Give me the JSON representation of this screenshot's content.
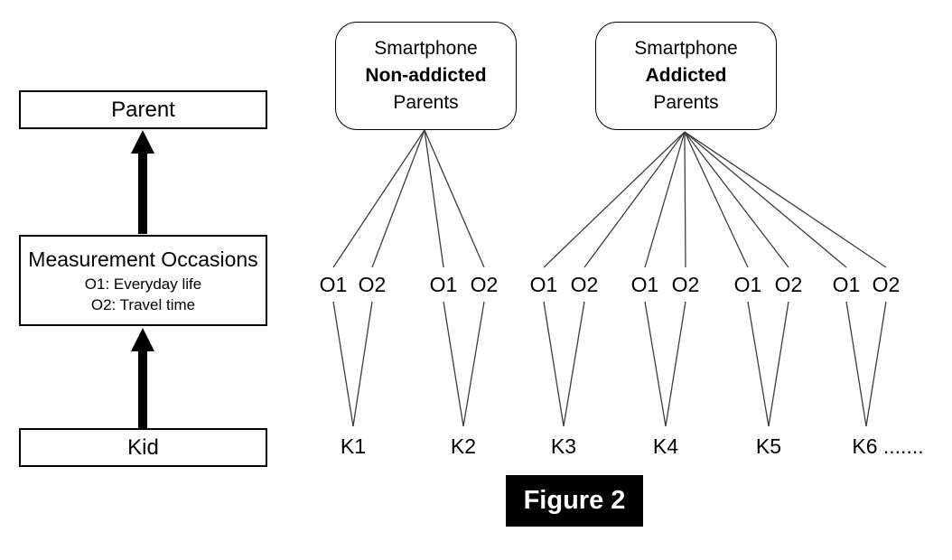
{
  "figure_caption": "Figure 2",
  "legend_model": {
    "parent_label": "Parent",
    "measurement": {
      "title": "Measurement Occasions",
      "items": [
        "O1: Everyday life",
        "O2: Travel time"
      ]
    },
    "kid_label": "Kid"
  },
  "clusters": [
    {
      "parent_line1": "Smartphone",
      "parent_line2": "Non-addicted",
      "parent_line3": "Parents",
      "kids": [
        {
          "label": "K1",
          "occasions": [
            "O1",
            "O2"
          ]
        },
        {
          "label": "K2",
          "occasions": [
            "O1",
            "O2"
          ]
        }
      ]
    },
    {
      "parent_line1": "Smartphone",
      "parent_line2": "Addicted",
      "parent_line3": "Parents",
      "kids": [
        {
          "label": "K3",
          "occasions": [
            "O1",
            "O2"
          ]
        },
        {
          "label": "K4",
          "occasions": [
            "O1",
            "O2"
          ]
        },
        {
          "label": "K5",
          "occasions": [
            "O1",
            "O2"
          ]
        },
        {
          "label": "K6 .......",
          "occasions": [
            "O1",
            "O2"
          ]
        }
      ]
    }
  ],
  "colors": {
    "line": "#3d3d3d",
    "arrow": "#000000",
    "caption_bg": "#000000",
    "caption_fg": "#ffffff"
  }
}
